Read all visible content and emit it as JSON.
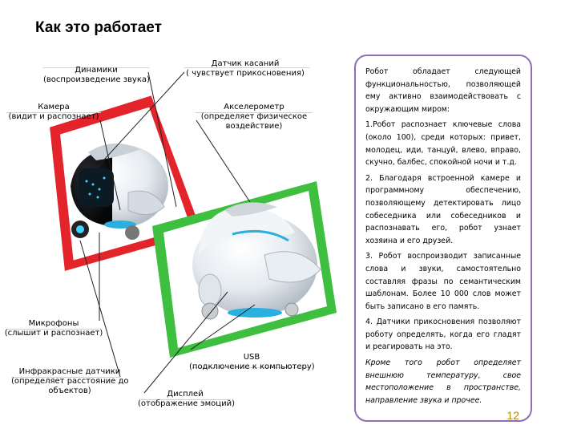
{
  "title": "Как это работает",
  "labels": {
    "speakers": {
      "name": "Динамики",
      "desc": "(воспроизведение звука)"
    },
    "touch_sensor": {
      "name": "Датчик касаний",
      "desc": "( чувствует прикосновения)"
    },
    "camera": {
      "name": "Камера",
      "desc": "(видит и распознает)"
    },
    "accelerometer": {
      "name": "Акселерометр",
      "desc1": "(определяет физическое",
      "desc2": "воздействие)"
    },
    "microphones": {
      "name": "Микрофоны",
      "desc": "(слышит и распознает)"
    },
    "usb": {
      "name": "USB",
      "desc": "(подключение к компьютеру)"
    },
    "ir_sensors": {
      "name": "Инфракрасные датчики",
      "desc1": "(определяет расстояние до",
      "desc2": "объектов)"
    },
    "display": {
      "name": "Дисплей",
      "desc": "(отображение эмоций)"
    }
  },
  "panel": {
    "intro": "Робот обладает следующей функциональностью, позволяющей ему активно взаимодействовать с окружающим миром:",
    "p1": "1.Робот распознает ключевые слова (около 100), среди которых: привет, молодец, иди, танцуй, влево, вправо, скучно, балбес, спокойной ночи и т.д.",
    "p2": "2. Благодаря встроенной камере и программному обеспечению, позволяющему детектировать лицо собеседника или собеседников и распознавать его, робот узнает хозяина и его друзей.",
    "p3": "3. Робот воспроизводит записанные слова и звуки, самостоятельно составляя фразы по семантическим шаблонам. Более 10 000 слов может быть записано в его память.",
    "p4": "4. Датчики прикосновения позволяют роботу определять, когда его гладят и реагировать на это.",
    "p5": "Кроме того робот определяет внешнюю температуру, свое местоположение в пространстве, направление звука и прочее."
  },
  "page_number": "12",
  "colors": {
    "red": "#e3242b",
    "green": "#3fbf3f",
    "purple": "#8e6fb3",
    "page_number": "#b8860b"
  }
}
